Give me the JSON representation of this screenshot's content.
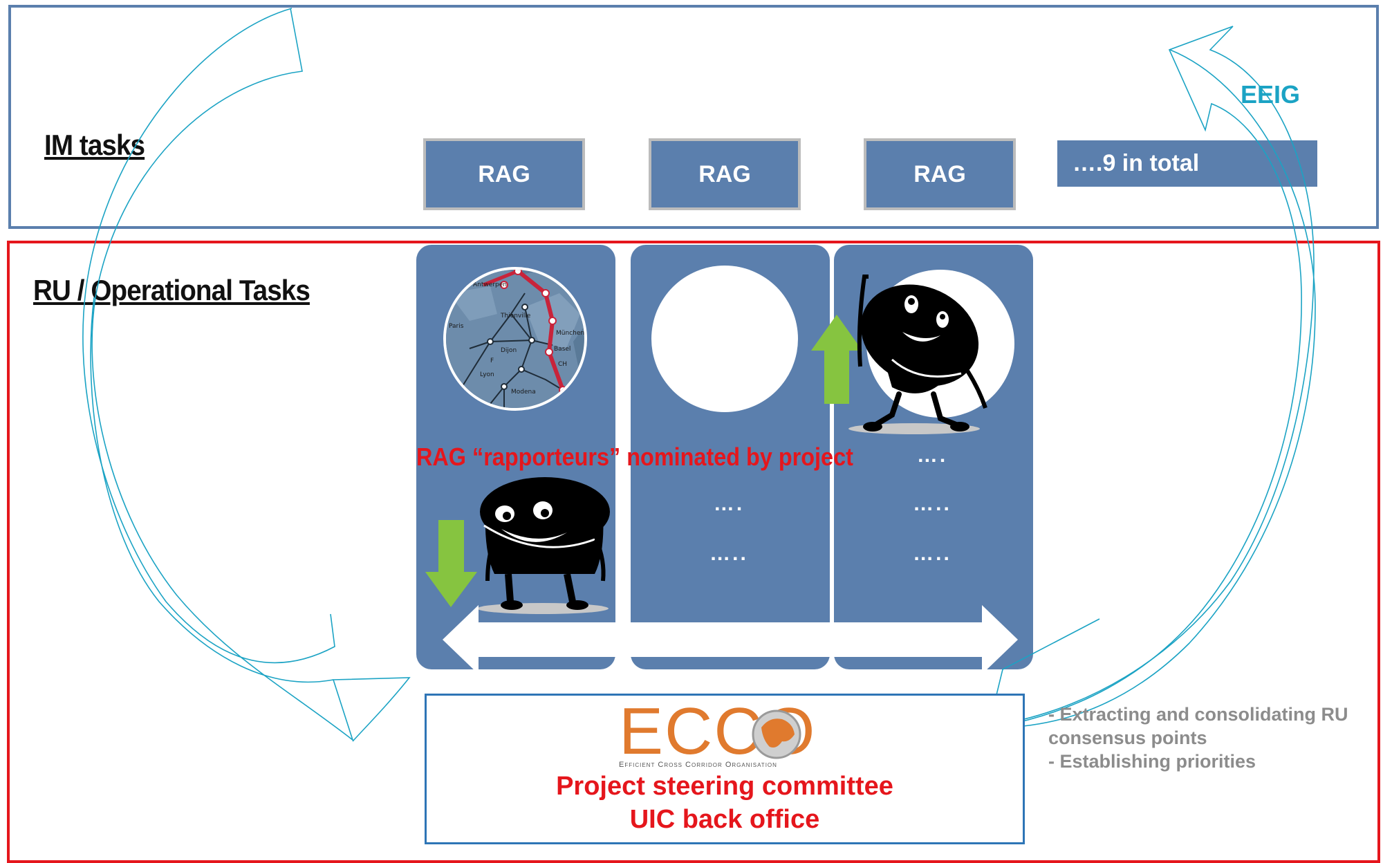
{
  "im_section": {
    "title": "IM tasks",
    "rag_boxes": [
      "RAG",
      "RAG",
      "RAG"
    ],
    "total_label": "….9 in total",
    "eeig_label": "EEIG"
  },
  "ru_section": {
    "title": "RU / Operational Tasks",
    "nomination_text": "RAG “rapporteurs” nominated by project",
    "column2_dots": [
      "….",
      "….."
    ],
    "column3_dots": [
      "….",
      "…..",
      "….."
    ]
  },
  "ecco": {
    "logo_text": "ECCO",
    "logo_subtitle": "Efficient Cross Corridor Organisation",
    "line1": "Project steering committee",
    "line2": "UIC back office"
  },
  "notes": [
    "- Extracting and consolidating RU",
    "consensus points",
    "- Establishing priorities"
  ],
  "map_labels": [
    "Antwerpen",
    "Paris",
    "Dijon",
    "Lyon",
    "Modena",
    "Basel",
    "München",
    "Thionville",
    "CH",
    "F"
  ],
  "colors": {
    "box_blue": "#5b7fad",
    "frame_red": "#e5161c",
    "arrow_cyan": "#1ba3c4",
    "green_arrow": "#86c440",
    "ecco_orange": "#e07a2e"
  }
}
